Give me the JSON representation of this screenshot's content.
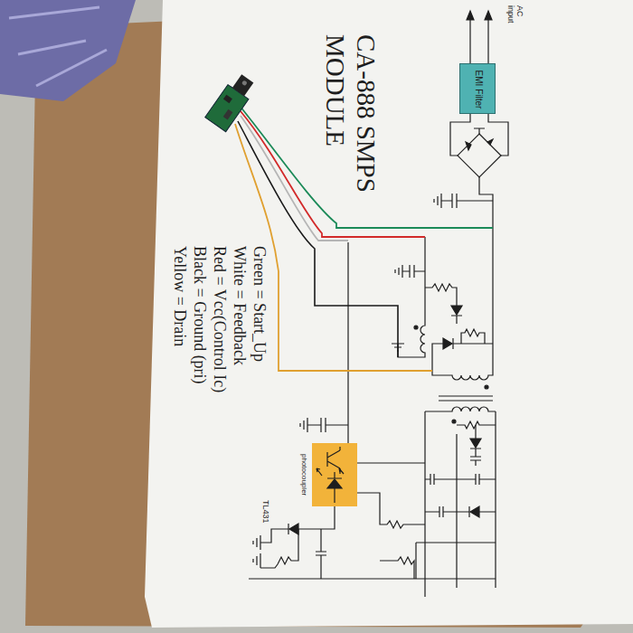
{
  "diagram": {
    "title": "CA-888 SMPS MODULE",
    "nodes": [
      {
        "text": [
          "EMI Filter"
        ]
      },
      {
        "text": [
          "photocoupler"
        ]
      }
    ],
    "labels": [
      "AC input",
      "Green = Start_Up",
      "White = Feedback",
      "Red = Vcc(Control Ic)",
      "Black = Ground (pri)",
      "Yellow = Drain",
      "TL431"
    ]
  }
}
